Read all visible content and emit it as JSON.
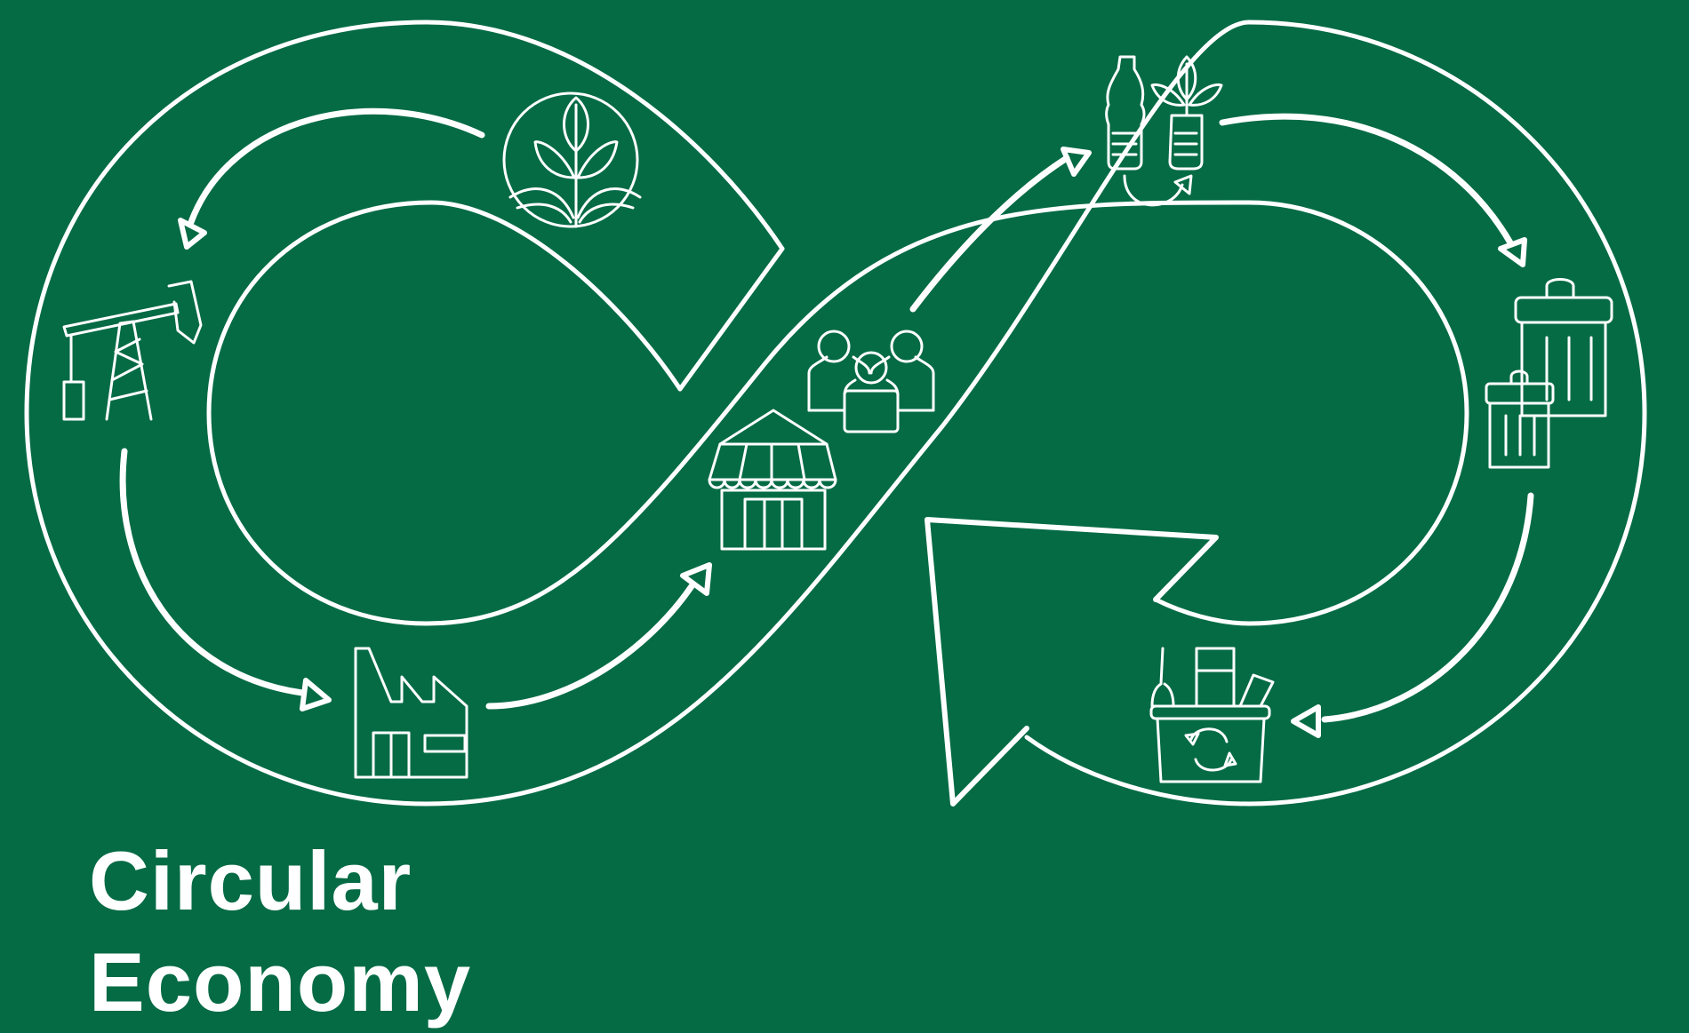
{
  "title": {
    "line1": "Circular",
    "line2": "Economy"
  },
  "colors": {
    "background": "#056b45",
    "stroke": "#ffffff"
  },
  "stages": [
    {
      "name": "natural-resources",
      "icon": "plant-in-circle-icon"
    },
    {
      "name": "extraction",
      "icon": "oil-pumpjack-icon"
    },
    {
      "name": "manufacturing",
      "icon": "factory-icon"
    },
    {
      "name": "retail",
      "icon": "shop-icon"
    },
    {
      "name": "consumers",
      "icon": "people-icon"
    },
    {
      "name": "reuse",
      "icon": "bottle-and-plant-icon"
    },
    {
      "name": "waste",
      "icon": "trash-bins-icon"
    },
    {
      "name": "recycling",
      "icon": "recycling-basket-icon"
    }
  ]
}
